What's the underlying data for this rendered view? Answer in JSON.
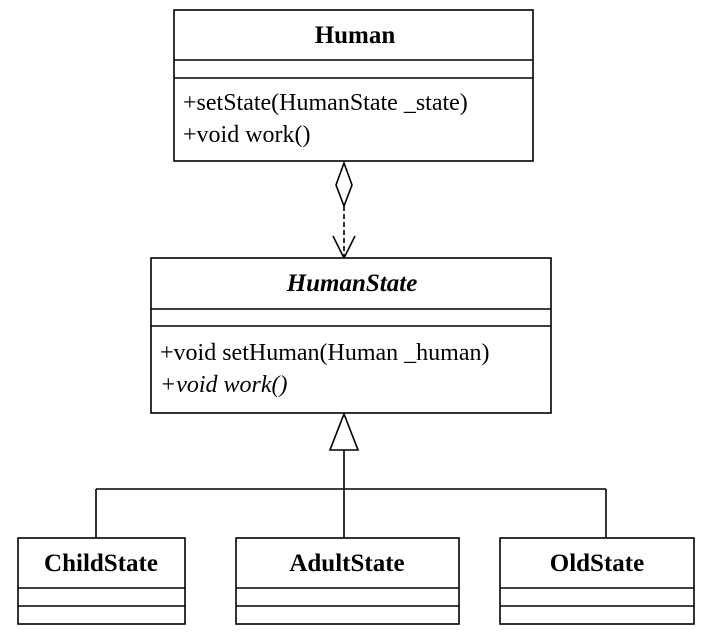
{
  "classes": {
    "human": {
      "name": "Human",
      "operations": [
        "+setState(HumanState _state)",
        "+void work()"
      ]
    },
    "human_state": {
      "name": "HumanState",
      "operations": [
        "+void setHuman(Human _human)",
        "+void work()"
      ]
    },
    "child_state": {
      "name": "ChildState"
    },
    "adult_state": {
      "name": "AdultState"
    },
    "old_state": {
      "name": "OldState"
    }
  },
  "relations": {
    "aggregation": {
      "from": "Human",
      "to": "HumanState",
      "type": "aggregation"
    },
    "generalization": {
      "parent": "HumanState",
      "children": [
        "ChildState",
        "AdultState",
        "OldState"
      ],
      "type": "generalization"
    }
  }
}
